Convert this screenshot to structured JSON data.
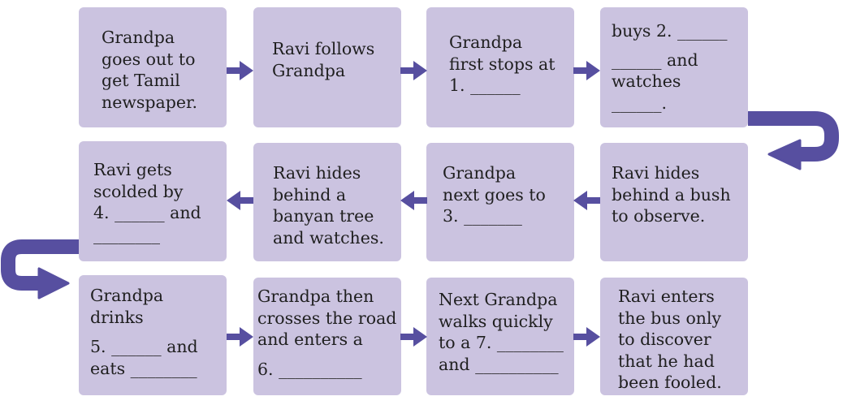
{
  "colors": {
    "box_fill": "#cbc3e0",
    "arrow": "#574fa0",
    "text": "#1f1f1f"
  },
  "rows": [
    {
      "direction": "right",
      "boxes": [
        {
          "lines": [
            "Grandpa",
            "goes out to",
            "get Tamil",
            "newspaper."
          ]
        },
        {
          "lines": [
            "Ravi follows",
            "Grandpa"
          ]
        },
        {
          "lines": [
            "Grandpa",
            "first stops at",
            "1. ______"
          ]
        },
        {
          "lines": [
            "buys 2. ______",
            "______ and",
            "watches",
            "______."
          ]
        }
      ]
    },
    {
      "direction": "left",
      "boxes": [
        {
          "lines": [
            "Ravi gets",
            "scolded by",
            "4. ______ and",
            "________"
          ]
        },
        {
          "lines": [
            "Ravi hides",
            "behind a",
            "banyan tree",
            "and watches."
          ]
        },
        {
          "lines": [
            "Grandpa",
            "next goes to",
            "3. _______"
          ]
        },
        {
          "lines": [
            "Ravi hides",
            "behind a bush",
            "to observe."
          ]
        }
      ]
    },
    {
      "direction": "right",
      "boxes": [
        {
          "lines": [
            "Grandpa",
            "drinks",
            "5. ______ and",
            "eats ________"
          ]
        },
        {
          "lines": [
            "Grandpa then",
            "crosses the road",
            "and enters a",
            "6. __________"
          ]
        },
        {
          "lines": [
            "Next Grandpa",
            "walks quickly",
            "to a 7. ________",
            "and __________"
          ]
        },
        {
          "lines": [
            "Ravi enters",
            "the bus only",
            "to discover",
            "that he had",
            "been fooled."
          ]
        }
      ]
    }
  ]
}
